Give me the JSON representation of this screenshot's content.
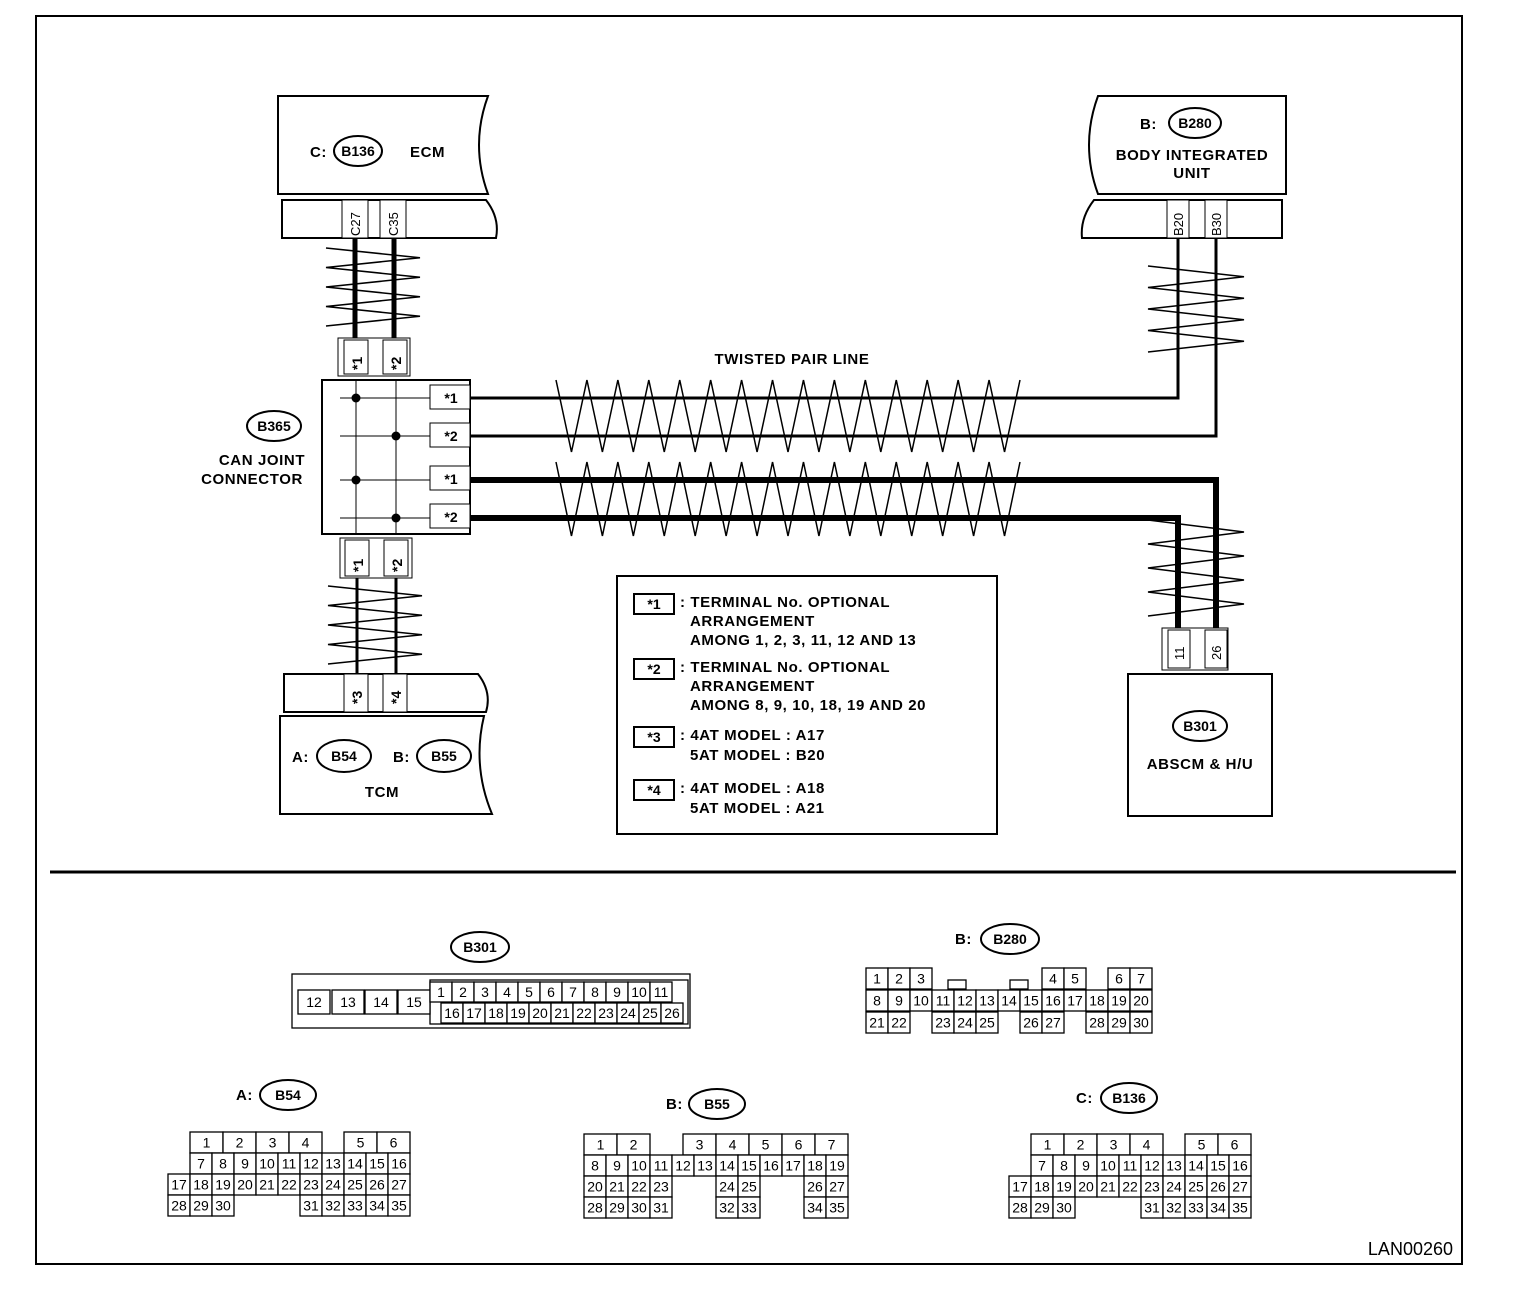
{
  "modules": {
    "ecm": {
      "prefix": "C:",
      "connector": "B136",
      "name": "ECM",
      "terminals": [
        "C27",
        "C35"
      ]
    },
    "biu": {
      "prefix": "B:",
      "connector": "B280",
      "name_line1": "BODY INTEGRATED",
      "name_line2": "UNIT",
      "terminals": [
        "B20",
        "B30"
      ]
    },
    "can_joint": {
      "connector": "B365",
      "name_line1": "CAN JOINT",
      "name_line2": "CONNECTOR",
      "top_terminals": [
        "*1",
        "*2"
      ],
      "side_terminals": [
        "*1",
        "*2",
        "*1",
        "*2"
      ],
      "bottom_terminals": [
        "*1",
        "*2"
      ]
    },
    "tcm": {
      "prefix_a": "A:",
      "connector_a": "B54",
      "prefix_b": "B:",
      "connector_b": "B55",
      "name": "TCM",
      "terminals": [
        "*3",
        "*4"
      ]
    },
    "abscm": {
      "connector": "B301",
      "name": "ABSCM & H/U",
      "terminals": [
        "11",
        "26"
      ]
    }
  },
  "twisted_pair_label": "TWISTED PAIR LINE",
  "legend": [
    {
      "key": "*1",
      "lines": [
        ": TERMINAL No. OPTIONAL",
        "ARRANGEMENT",
        "AMONG 1, 2, 3, 11, 12  AND 13"
      ]
    },
    {
      "key": "*2",
      "lines": [
        ": TERMINAL No. OPTIONAL",
        "ARRANGEMENT",
        "AMONG 8, 9, 10, 18, 19  AND 20"
      ]
    },
    {
      "key": "*3",
      "lines": [
        ": 4AT MODEL : A17",
        "5AT MODEL : B20"
      ]
    },
    {
      "key": "*4",
      "lines": [
        ": 4AT MODEL : A18",
        "5AT MODEL : A21"
      ]
    }
  ],
  "connector_views": {
    "b301": {
      "label": "B301",
      "prefix": "",
      "rows": [
        [
          "12",
          "13",
          "14",
          "15",
          "1",
          "2",
          "3",
          "4",
          "5",
          "6",
          "7",
          "8",
          "9",
          "10",
          "11"
        ],
        [
          "16",
          "17",
          "18",
          "19",
          "20",
          "21",
          "22",
          "23",
          "24",
          "25",
          "26"
        ]
      ]
    },
    "b280": {
      "label": "B280",
      "prefix": "B:",
      "rows": [
        [
          "1",
          "2",
          "3",
          "4",
          "5",
          "6",
          "7"
        ],
        [
          "8",
          "9",
          "10",
          "11",
          "12",
          "13",
          "14",
          "15",
          "16",
          "17",
          "18",
          "19",
          "20"
        ],
        [
          "21",
          "22",
          "23",
          "24",
          "25",
          "26",
          "27",
          "28",
          "29",
          "30"
        ]
      ]
    },
    "b54": {
      "label": "B54",
      "prefix": "A:",
      "rows": [
        [
          "1",
          "2",
          "3",
          "4",
          "5",
          "6"
        ],
        [
          "7",
          "8",
          "9",
          "10",
          "11",
          "12",
          "13",
          "14",
          "15",
          "16"
        ],
        [
          "17",
          "18",
          "19",
          "20",
          "21",
          "22",
          "23",
          "24",
          "25",
          "26",
          "27"
        ],
        [
          "28",
          "29",
          "30",
          "31",
          "32",
          "33",
          "34",
          "35"
        ]
      ]
    },
    "b55": {
      "label": "B55",
      "prefix": "B:",
      "rows": [
        [
          "1",
          "2",
          "3",
          "4",
          "5",
          "6",
          "7"
        ],
        [
          "8",
          "9",
          "10",
          "11",
          "12",
          "13",
          "14",
          "15",
          "16",
          "17",
          "18",
          "19"
        ],
        [
          "20",
          "21",
          "22",
          "23",
          "24",
          "25",
          "26",
          "27"
        ],
        [
          "28",
          "29",
          "30",
          "31",
          "32",
          "33",
          "34",
          "35"
        ]
      ]
    },
    "b136": {
      "label": "B136",
      "prefix": "C:",
      "rows": [
        [
          "1",
          "2",
          "3",
          "4",
          "5",
          "6"
        ],
        [
          "7",
          "8",
          "9",
          "10",
          "11",
          "12",
          "13",
          "14",
          "15",
          "16"
        ],
        [
          "17",
          "18",
          "19",
          "20",
          "21",
          "22",
          "23",
          "24",
          "25",
          "26",
          "27"
        ],
        [
          "28",
          "29",
          "30",
          "31",
          "32",
          "33",
          "34",
          "35"
        ]
      ]
    }
  },
  "figure_code": "LAN00260"
}
